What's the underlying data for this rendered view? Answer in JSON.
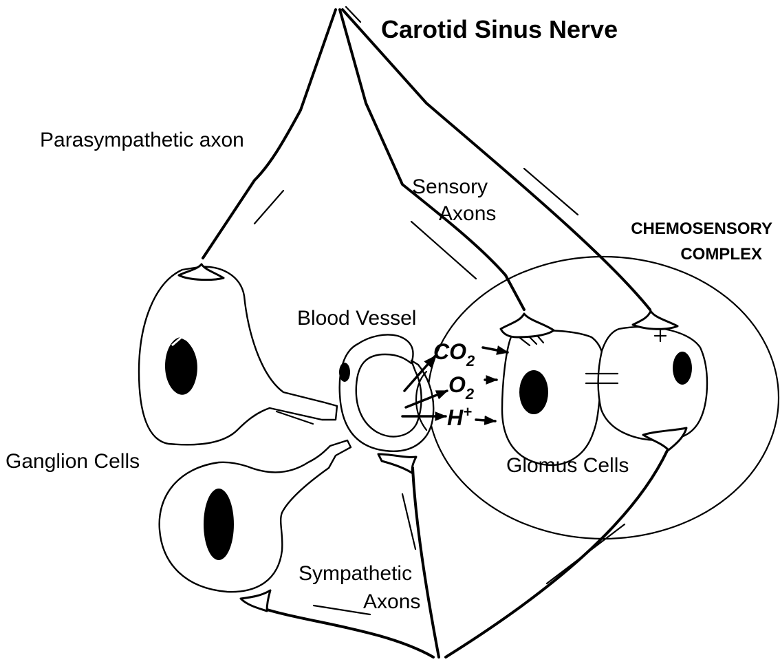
{
  "title": "Carotid Sinus Nerve",
  "labels": {
    "parasympathetic": "Parasympathetic axon",
    "sensory_line1": "Sensory",
    "sensory_line2": "Axons",
    "chemosensory_line1": "CHEMOSENSORY",
    "chemosensory_line2": "COMPLEX",
    "blood_vessel": "Blood Vessel",
    "ganglion": "Ganglion Cells",
    "glomus": "Glomus Cells",
    "sympathetic_line1": "Sympathetic",
    "sympathetic_line2": "Axons"
  },
  "stimuli": {
    "co2": "CO",
    "co2_sub": "2",
    "o2": "O",
    "o2_sub": "2",
    "h": "H",
    "h_sup": "+"
  }
}
